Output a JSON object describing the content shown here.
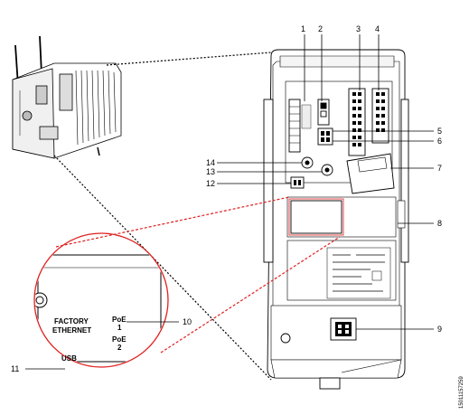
{
  "callouts": [
    "1",
    "2",
    "3",
    "4",
    "5",
    "6",
    "7",
    "8",
    "9",
    "10",
    "11",
    "12",
    "13",
    "14"
  ],
  "inset_labels": {
    "factory_line1": "FACTORY",
    "factory_line2": "ETHERNET",
    "usb": "USB",
    "poe1_line1": "PoE",
    "poe1_line2": "1",
    "poe2_line1": "PoE",
    "poe2_line2": "2"
  },
  "document_id": "15011157259",
  "colors": {
    "line": "#000000",
    "accent_red": "#e02020",
    "device_fill": "#ffffff",
    "shade": "#d9d9d9"
  }
}
